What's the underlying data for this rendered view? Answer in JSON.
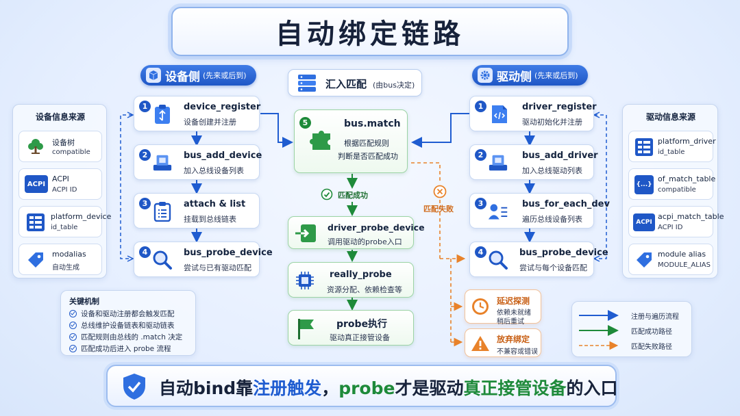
{
  "title": "自动绑定链路",
  "left_header": {
    "label": "设备侧",
    "note": "(先来或后到)"
  },
  "center_header": {
    "label": "汇入匹配",
    "note": "(由bus决定)"
  },
  "right_header": {
    "label": "驱动侧",
    "note": "(先来或后到)"
  },
  "device_sources": {
    "title": "设备信息来源",
    "items": [
      {
        "icon": "tree-icon",
        "line1": "设备树",
        "line2": "compatible"
      },
      {
        "icon": "acpi-icon",
        "badge": "ACPI",
        "line1": "ACPI",
        "line2": "ACPI ID"
      },
      {
        "icon": "grid-icon",
        "line1": "platform_device",
        "line2": "id_table"
      },
      {
        "icon": "tag-icon",
        "line1": "modalias",
        "line2": "自动生成"
      }
    ]
  },
  "driver_sources": {
    "title": "驱动信息来源",
    "items": [
      {
        "icon": "grid-icon",
        "line1": "platform_driver",
        "line2": "id_table"
      },
      {
        "icon": "braces-icon",
        "badge": "{...}",
        "line1": "of_match_table",
        "line2": "compatible"
      },
      {
        "icon": "acpi-icon",
        "badge": "ACPI",
        "line1": "acpi_match_table",
        "line2": "ACPI ID"
      },
      {
        "icon": "tag-icon",
        "line1": "module alias",
        "line2": "MODULE_ALIAS"
      }
    ]
  },
  "device_steps": [
    {
      "num": "1",
      "title": "device_register",
      "sub": "设备创建并注册"
    },
    {
      "num": "2",
      "title": "bus_add_device",
      "sub": "加入总线设备列表"
    },
    {
      "num": "3",
      "title": "attach & list",
      "sub": "挂载到总线链表"
    },
    {
      "num": "4",
      "title": "bus_probe_device",
      "sub": "尝试与已有驱动匹配"
    }
  ],
  "driver_steps": [
    {
      "num": "1",
      "title": "driver_register",
      "sub": "驱动初始化并注册"
    },
    {
      "num": "2",
      "title": "bus_add_driver",
      "sub": "加入总线驱动列表"
    },
    {
      "num": "3",
      "title": "bus_for_each_dev",
      "sub": "遍历总线设备列表"
    },
    {
      "num": "4",
      "title": "bus_probe_device",
      "sub": "尝试与每个设备匹配"
    }
  ],
  "match": {
    "num": "5",
    "title": "bus.match",
    "line1": "根据匹配规则",
    "line2": "判断是否匹配成功"
  },
  "success_label": "匹配成功",
  "fail_label": "匹配失败",
  "probe_steps": [
    {
      "title": "driver_probe_device",
      "sub": "调用驱动的probe入口"
    },
    {
      "title": "really_probe",
      "sub": "资源分配、依赖检查等"
    },
    {
      "title": "probe执行",
      "sub": "驱动真正接管设备"
    }
  ],
  "fail_outcomes": [
    {
      "title": "延迟探测",
      "line1": "依赖未就绪",
      "line2": "稍后重试"
    },
    {
      "title": "放弃绑定",
      "line1": "不兼容或错误"
    }
  ],
  "mechanism": {
    "title": "关键机制",
    "items": [
      "设备和驱动注册都会触发匹配",
      "总线维护设备链表和驱动链表",
      "匹配规则由总线的 .match 决定",
      "匹配成功后进入 probe 流程"
    ]
  },
  "legend": [
    {
      "label": "注册与遍历流程",
      "color": "#1f5cd0",
      "style": "solid"
    },
    {
      "label": "匹配成功路径",
      "color": "#1e8a3a",
      "style": "solid"
    },
    {
      "label": "匹配失败路径",
      "color": "#e8822a",
      "style": "dashed"
    }
  ],
  "banner": {
    "p1": "自动bind靠",
    "p2": "注册触发",
    "p3": "，",
    "p4": "probe",
    "p5": "才是驱动",
    "p6": "真正接管设备",
    "p7": "的入口"
  },
  "colors": {
    "blue": "#1f5cd0",
    "green": "#1e8a3a",
    "orange": "#e8822a"
  }
}
